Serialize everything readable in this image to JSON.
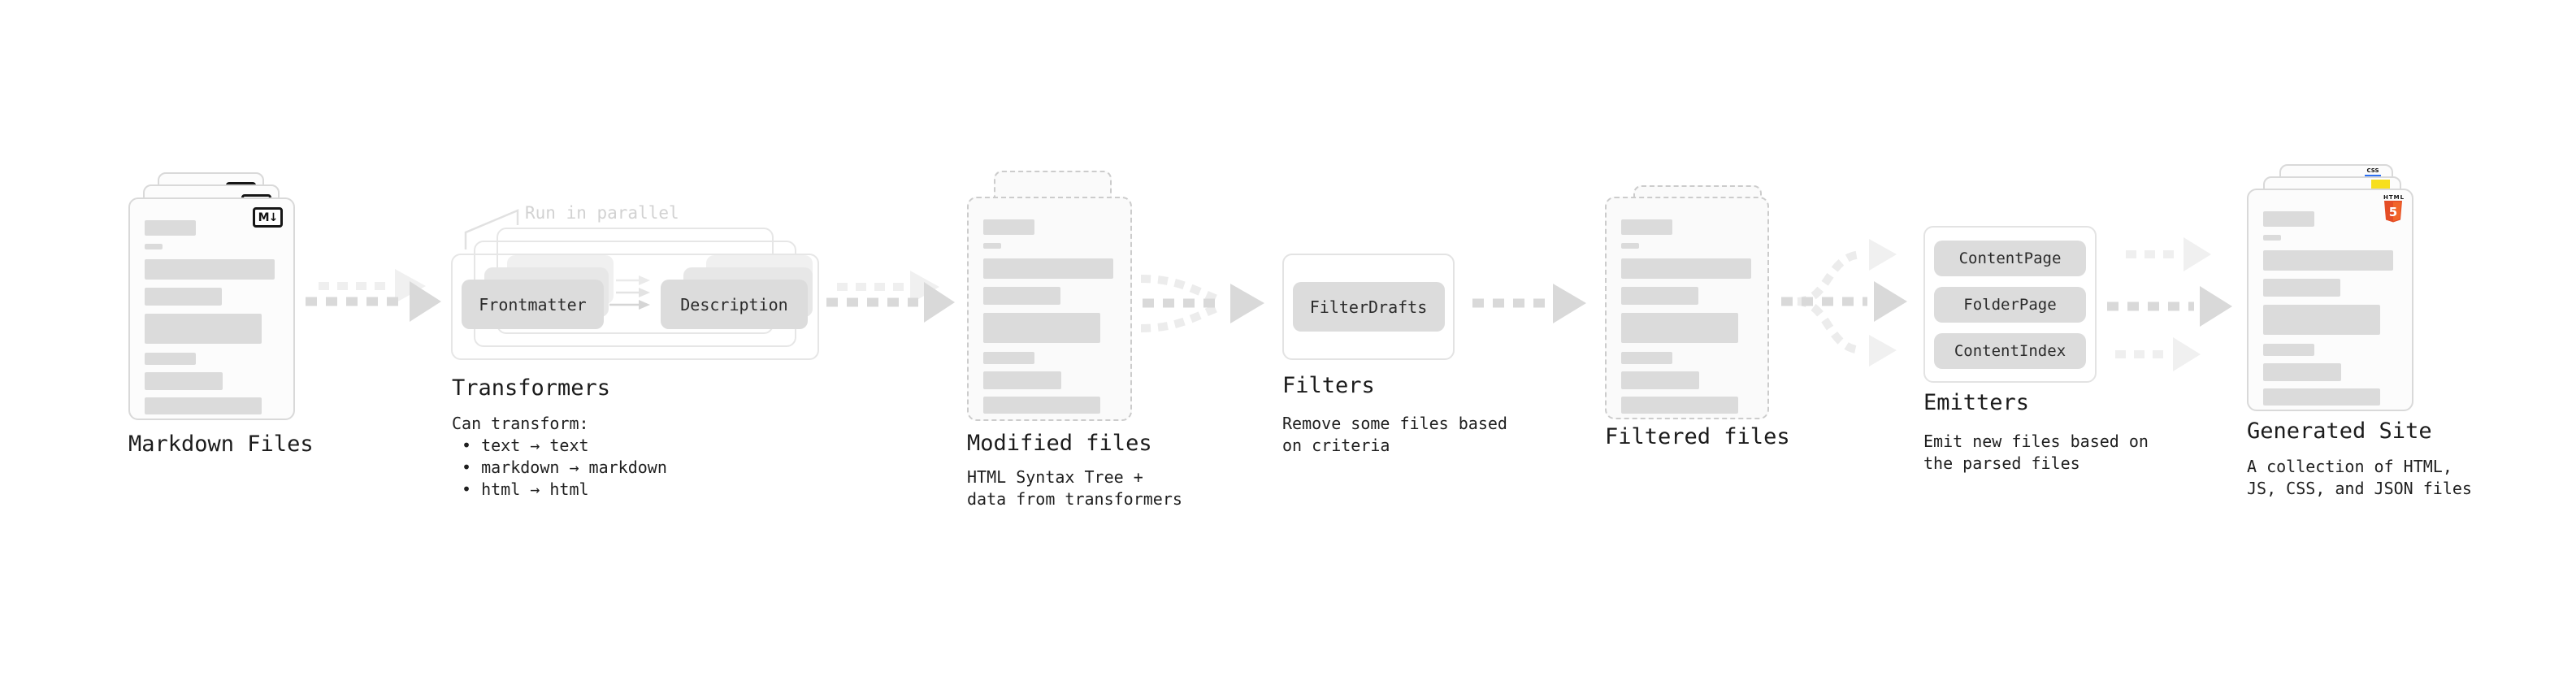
{
  "markdown": {
    "label": "Markdown Files",
    "icon_text": "M↓"
  },
  "transformers": {
    "label": "Transformers",
    "note": "Run in parallel",
    "pill_a": "Frontmatter",
    "pill_b": "Description",
    "caption_title": "Can transform:",
    "bullet_1": "• text → text",
    "bullet_2": "• markdown → markdown",
    "bullet_3": "• html → html"
  },
  "modified": {
    "label": "Modified files",
    "caption_1": "HTML Syntax Tree +",
    "caption_2": "data from transformers"
  },
  "filters": {
    "label": "Filters",
    "pill": "FilterDrafts",
    "caption_1": "Remove some files based",
    "caption_2": "on criteria"
  },
  "filtered": {
    "label": "Filtered files"
  },
  "emitters": {
    "label": "Emitters",
    "pill_1": "ContentPage",
    "pill_2": "FolderPage",
    "pill_3": "ContentIndex",
    "caption_1": "Emit new files based on",
    "caption_2": "the parsed files"
  },
  "generated": {
    "label": "Generated Site",
    "caption_1": "A collection of HTML,",
    "caption_2": "JS, CSS, and JSON files",
    "html_badge_word": "HTML",
    "html_badge_number": "5",
    "css_badge": "CSS"
  },
  "colors": {
    "arrow_dark": "#d9d9d9",
    "arrow_light": "#f0f0f0",
    "html5_orange": "#e44d26",
    "js_yellow": "#f7df1e",
    "css_blue": "#2b6ff3",
    "bar_gray": "#dbdbdb"
  }
}
